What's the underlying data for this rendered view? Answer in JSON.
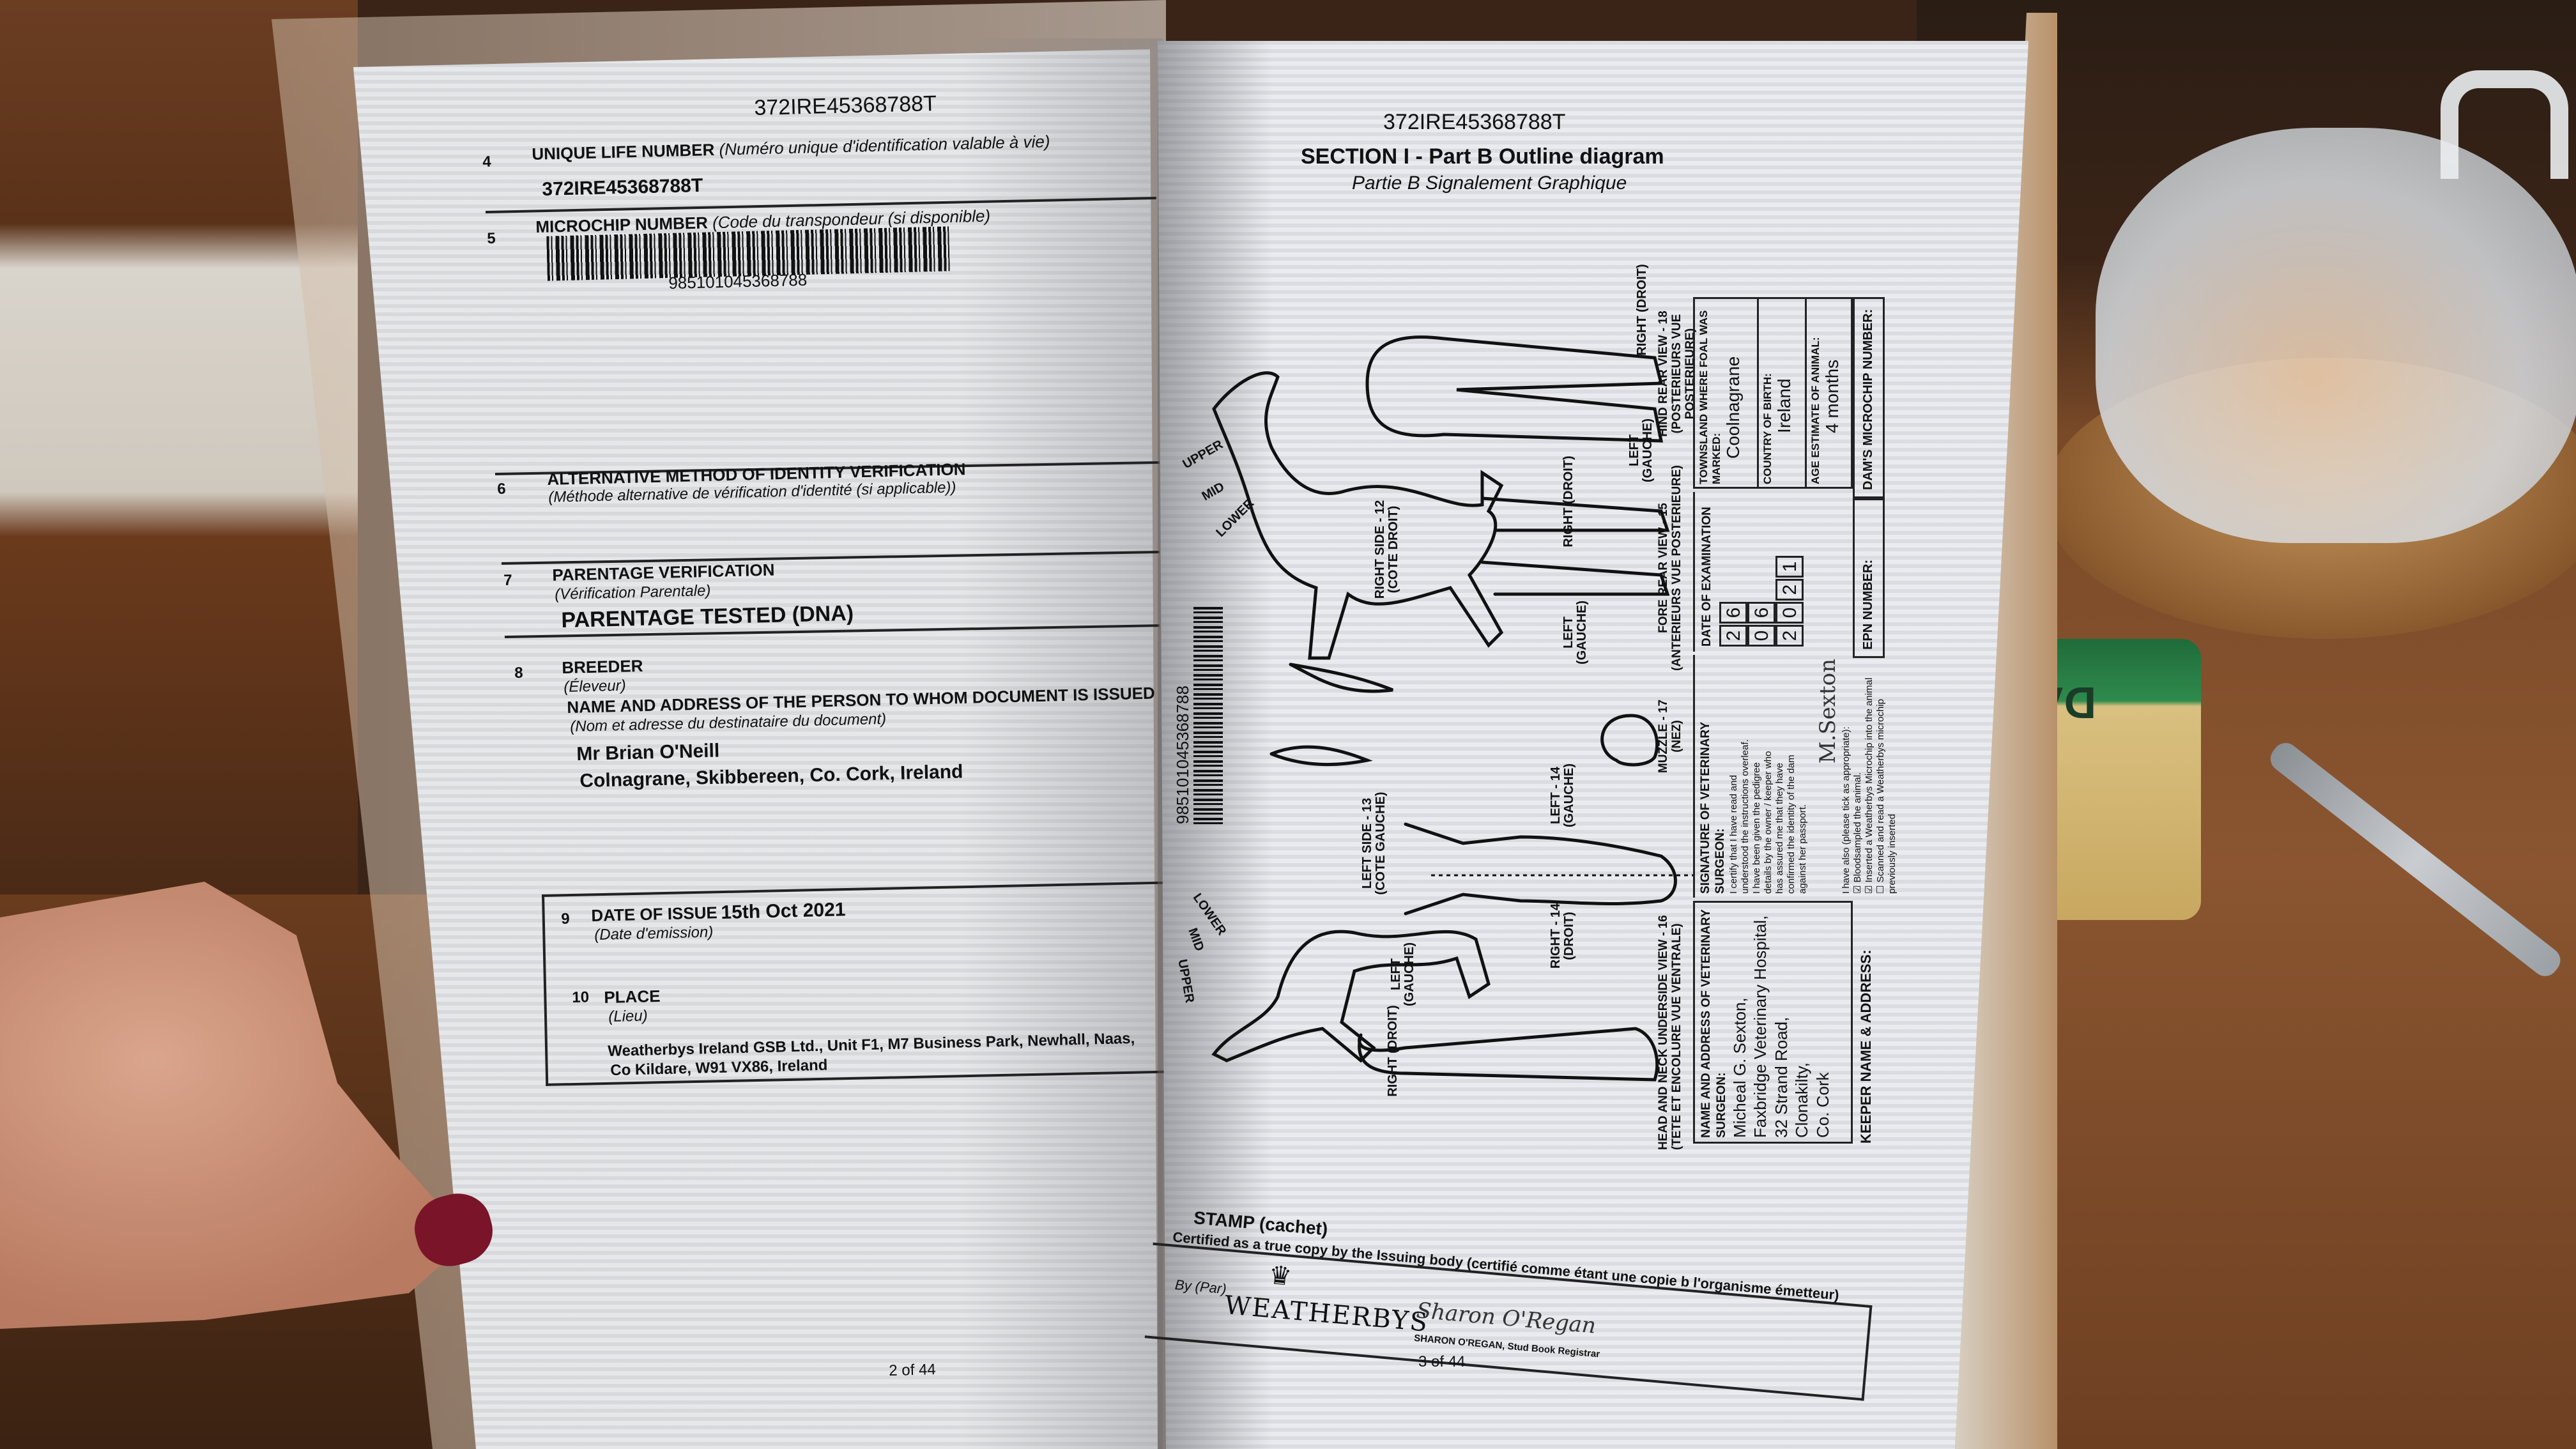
{
  "left_page": {
    "header_id": "372IRE45368788T",
    "field4": {
      "num": "4",
      "label": "UNIQUE LIFE NUMBER",
      "label_fr": "(Numéro unique d'identification valable à vie)",
      "value": "372IRE45368788T"
    },
    "field5": {
      "num": "5",
      "label": "MICROCHIP NUMBER",
      "label_fr": "(Code du transpondeur (si disponible)",
      "value": "985101045368788"
    },
    "field6": {
      "num": "6",
      "label": "ALTERNATIVE METHOD OF IDENTITY VERIFICATION",
      "label_fr": "(Méthode alternative de vérification d'identité (si applicable))"
    },
    "field7": {
      "num": "7",
      "label": "PARENTAGE VERIFICATION",
      "label_fr": "(Vérification Parentale)",
      "value": "PARENTAGE TESTED (DNA)"
    },
    "field8": {
      "num": "8",
      "label": "BREEDER",
      "label_fr": "(Éleveur)",
      "sublabel": "NAME AND ADDRESS OF THE PERSON TO WHOM DOCUMENT IS ISSUED",
      "sublabel_fr": "(Nom et adresse du destinataire du document)",
      "name": "Mr Brian O'Neill",
      "address": "Colnagrane, Skibbereen, Co. Cork, Ireland"
    },
    "field9": {
      "num": "9",
      "label": "DATE OF ISSUE",
      "label_fr": "(Date d'emission)",
      "value": "15th Oct 2021"
    },
    "field10": {
      "num": "10",
      "label": "PLACE",
      "label_fr": "(Lieu)",
      "value_line1": "Weatherbys Ireland GSB Ltd., Unit F1, M7 Business Park, Newhall, Naas,",
      "value_line2": "Co Kildare, W91 VX86, Ireland"
    },
    "page_number": "2 of 44"
  },
  "right_page": {
    "header_id": "372IRE45368788T",
    "title": "SECTION I - Part B Outline diagram",
    "subtitle": "Partie B Signalement Graphique",
    "microchip_vertical": "985101045368788",
    "diagram_labels": {
      "right_droit": "RIGHT (DROIT)",
      "left_gauche": "LEFT (GAUCHE)",
      "right_side": "RIGHT SIDE - 12 (COTE DROIT)",
      "left_side": "LEFT SIDE - 13 (COTE GAUCHE)",
      "left_14": "LEFT - 14 (GAUCHE)",
      "right_14": "RIGHT - 14 (DROIT)",
      "upper": "UPPER",
      "mid": "MID",
      "lower": "LOWER",
      "head_neck": "HEAD AND NECK UNDERSIDE VIEW - 16",
      "head_neck_fr": "(TETE ET ENCOLURE VUE VENTRALE)",
      "muzzle": "MUZZLE - 17",
      "muzzle_fr": "(NEZ)",
      "fore_rear": "FORE REAR VIEW - 15",
      "fore_rear_fr": "(ANTERIEURS VUE POSTERIEURE)",
      "hind_rear": "HIND REAR VIEW - 18",
      "hind_rear_fr": "(POSTERIEURS VUE POSTERIEURE)"
    },
    "vet": {
      "name_label": "NAME AND ADDRESS OF VETERINARY SURGEON:",
      "name_lines": [
        "Micheal G. Sexton,",
        "Faxbridge Veterinary Hospital,",
        "32 Strand Road,",
        "Clonakilty,",
        "Co. Cork"
      ],
      "signature_label": "SIGNATURE OF VETERINARY SURGEON:",
      "certification": "I certify that I have read and understood the instructions overleaf. I have been given the pedigree details by the owner / keeper who has assured me that they have confirmed the identity of the dam against her passport.",
      "also_label": "I have also (please tick as appropriate):",
      "checks": [
        {
          "label": "Bloodsampled the animal.",
          "checked": true
        },
        {
          "label": "Inserted a Weatherbys Microchip into the animal",
          "checked": true
        },
        {
          "label": "Scanned and read a Weatherbys microchip previously inserted",
          "checked": false
        }
      ],
      "exam_label": "DATE OF EXAMINATION",
      "exam_digits": [
        "2",
        "6",
        "0",
        "6",
        "2",
        "0",
        "2",
        "1"
      ],
      "townsland_label": "TOWNSLAND WHERE FOAL WAS MARKED:",
      "townsland": "Coolnagrane",
      "country_label": "COUNTRY OF BIRTH:",
      "country": "Ireland",
      "age_label": "AGE ESTIMATE OF ANIMAL:",
      "age": "4 months",
      "keeper_label": "KEEPER NAME & ADDRESS:",
      "epn_label": "EPN NUMBER:",
      "dam_label": "DAM'S MICROCHIP NUMBER:"
    },
    "stamp": {
      "label": "STAMP (cachet)",
      "certified": "Certified as a true copy by the Issuing body (certifié comme étant une copie b l'organisme émetteur)",
      "by": "By (Par)",
      "logo": "WEATHERBYS",
      "signature": "Sharon O'Regan",
      "signatory": "SHARON O'REGAN, Stud Book Registrar"
    },
    "page_number": "3 of 44"
  },
  "background": {
    "tub_label": "DA"
  }
}
